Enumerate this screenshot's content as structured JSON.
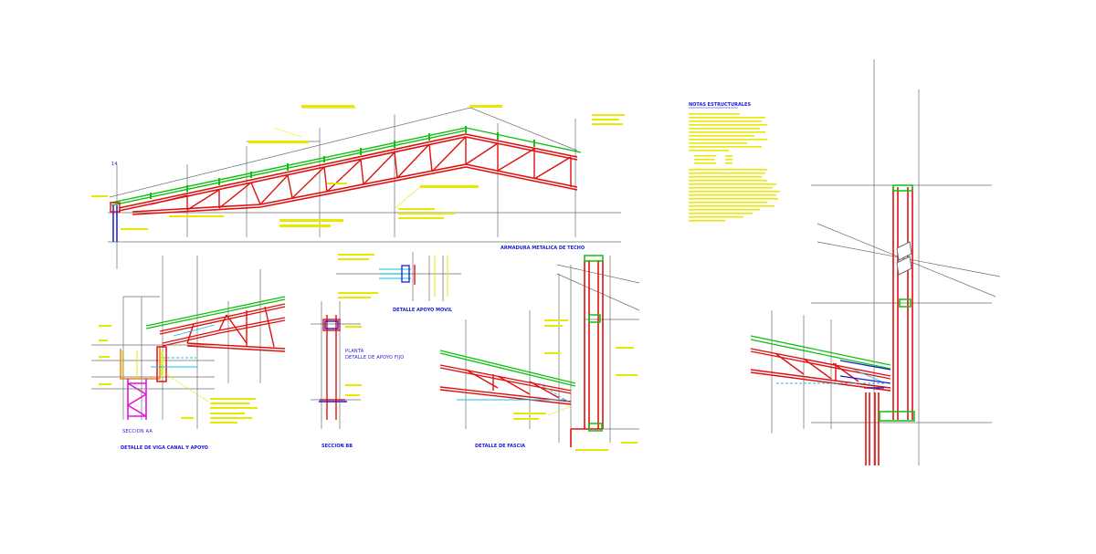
{
  "view_titles": {
    "main_truss": "ARMADURA METALICA DE TECHO",
    "detail_gable": "DETALLE DE VIGA CANAL Y APOYO",
    "section_aa": "SECCION AA",
    "section_bb": "SECCION BB",
    "fixed_support": "DETALLE DE APOYO FIJO",
    "fixed_support_prefix": "PLANTA",
    "mobile_support": "DETALLE APOYO MOVIL",
    "fascia": "DETALLE DE FASCIA",
    "notes": "NOTAS ESTRUCTURALES",
    "axis_mark": "14"
  },
  "colors": {
    "background": "#ffffff",
    "grid": "#6e6e6e",
    "truss_steel": "#e01010",
    "roof_panel": "#10c010",
    "annotation": "#e8e800",
    "accent_blue": "#1a1ad8",
    "cyan": "#10c0e0",
    "magenta": "#e010e0"
  }
}
